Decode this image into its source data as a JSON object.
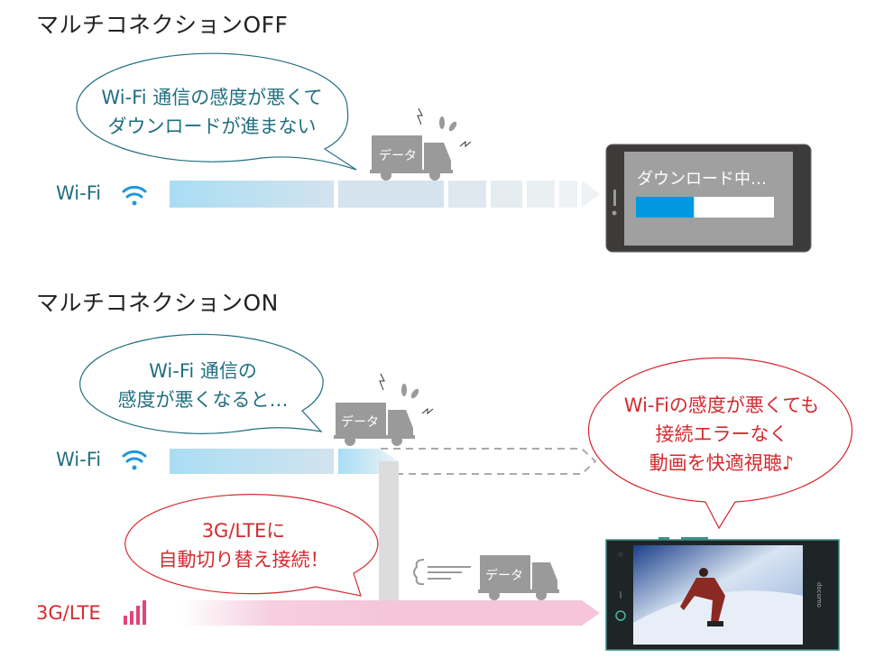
{
  "section_off": {
    "title": "マルチコネクションOFF",
    "bubble_lines": [
      "Wi-Fi 通信の感度が悪くて",
      "ダウンロードが進まない"
    ],
    "wifi_label": "Wi-Fi",
    "truck_label": "データ",
    "phone_text": "ダウンロード中…",
    "download_progress": 0.42
  },
  "section_on": {
    "title": "マルチコネクションON",
    "bubble_wifi_lines": [
      "Wi-Fi 通信の",
      "感度が悪くなると…"
    ],
    "wifi_label": "Wi-Fi",
    "truck_wifi_label": "データ",
    "bubble_result_lines": [
      "Wi-Fiの感度が悪くても",
      "接続エラーなく",
      "動画を快適視聴♪"
    ],
    "bubble_lte_lines": [
      "3G/LTEに",
      "自動切り替え接続！"
    ],
    "lte_label": "3G/LTE",
    "truck_lte_label": "データ",
    "phone_brand": "docomo"
  },
  "colors": {
    "teal": "#216f80",
    "red": "#d42a2f",
    "wifi_blue": "#1a9ad8",
    "progress": "#0099e0",
    "lte_pink": "#f5c6d9"
  }
}
